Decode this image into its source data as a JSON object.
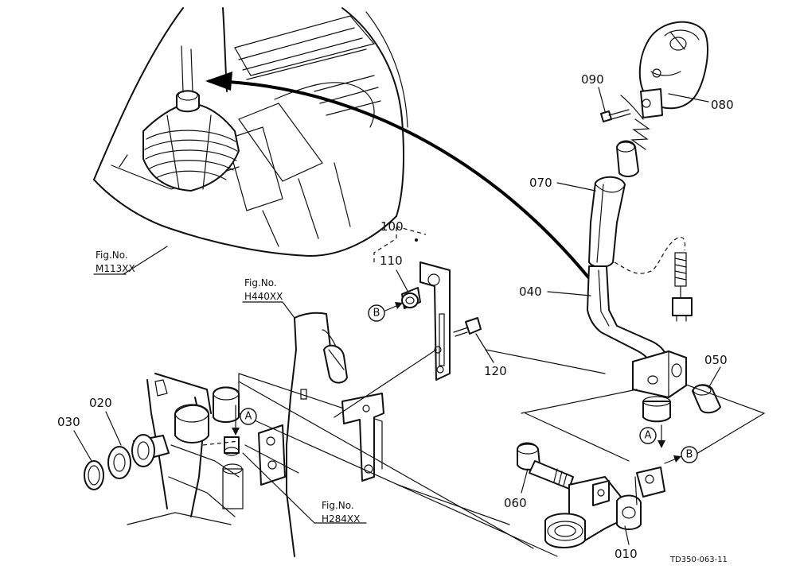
{
  "parts": {
    "p010": "010",
    "p020": "020",
    "p030": "030",
    "p040": "040",
    "p050": "050",
    "p060": "060",
    "p070": "070",
    "p080": "080",
    "p090": "090",
    "p100": "100",
    "p110": "110",
    "p120": "120"
  },
  "figure_refs": {
    "m113": {
      "line1": "Fig.No.",
      "line2": "M113XX"
    },
    "h440": {
      "line1": "Fig.No.",
      "line2": "H440XX"
    },
    "h284": {
      "line1": "Fig.No.",
      "line2": "H284XX"
    }
  },
  "callouts": {
    "a": "A",
    "b": "B"
  },
  "drawing_id": "TD350-063-11"
}
